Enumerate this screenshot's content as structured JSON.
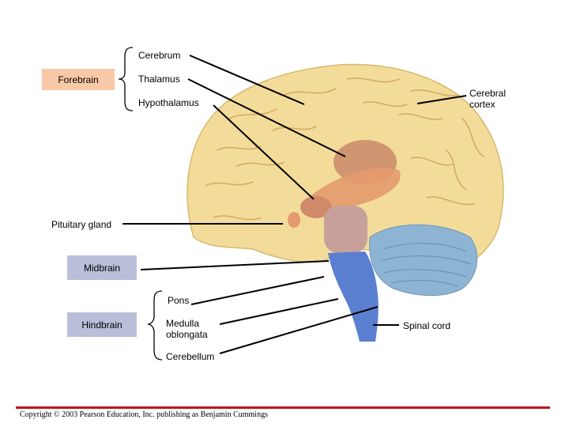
{
  "groups": {
    "forebrain": "Forebrain",
    "midbrain": "Midbrain",
    "hindbrain": "Hindbrain"
  },
  "labels": {
    "cerebrum": "Cerebrum",
    "thalamus": "Thalamus",
    "hypothalamus": "Hypothalamus",
    "cerebral_cortex": "Cerebral\ncortex",
    "pituitary_gland": "Pituitary gland",
    "pons": "Pons",
    "medulla_oblongata": "Medulla\noblongata",
    "cerebellum": "Cerebellum",
    "spinal_cord": "Spinal cord"
  },
  "copyright": "Copyright © 2003 Pearson Education, Inc. publishing as Benjamin Cummings",
  "colors": {
    "forebrain_box": "#f9c8a8",
    "midbrain_box": "#b9bfd9",
    "hindbrain_box": "#b9bfd9",
    "cortex": "#f3dc9a",
    "thalamus": "#c98a6a",
    "cerebellum": "#8eb4d4",
    "brainstem": "#5b7fd0",
    "rule": "#c0141c"
  }
}
